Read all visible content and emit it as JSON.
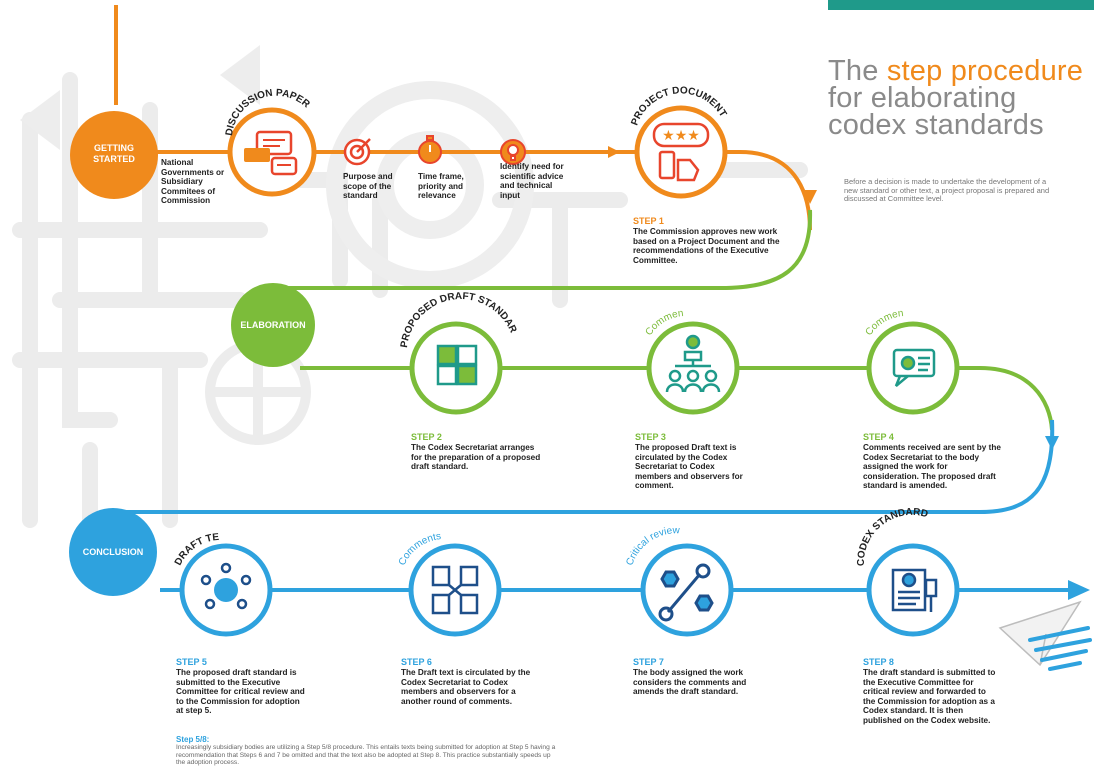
{
  "title": {
    "pre": "The ",
    "highlight": "step procedure",
    "line2": "for elaborating",
    "line3": "codex standards"
  },
  "intro": "Before a decision is made to undertake the development of a new standard or other text, a project proposal is prepared and discussed at Committee level.",
  "phases": {
    "getting_started": "GETTING STARTED",
    "elaboration": "ELABORATION",
    "conclusion": "CONCLUSION"
  },
  "row1": {
    "origin": "National Governments or Subsidiary Commitees of Commission",
    "discussion_paper": "DISCUSSION PAPER",
    "purpose": "Purpose and scope of the standard",
    "timeframe": "Time frame, priority and relevance",
    "identify": "Identify need for scientific advice and technical input",
    "project_document": "PROJECT DOCUMENT",
    "step1_title": "STEP 1",
    "step1_text": "The Commission approves new work based on a Project Document and the recommendations of the Executive Committee."
  },
  "row2": {
    "proposed_draft": "PROPOSED DRAFT STANDARD",
    "comments_a": "Comments",
    "comments_b": "Comments",
    "step2_title": "STEP 2",
    "step2_text": "The Codex Secretariat arranges for the preparation of a proposed draft standard.",
    "step3_title": "STEP 3",
    "step3_text": "The proposed Draft text is circulated by the Codex Secretariat to Codex members and observers for comment.",
    "step4_title": "STEP 4",
    "step4_text": "Comments received are sent by the Codex Secretariat to the body assigned the work for consideration. The proposed draft standard is amended."
  },
  "row3": {
    "draft_text": "DRAFT TEXT",
    "comments": "Comments",
    "critical_review": "Critical review",
    "codex_standard": "CODEX STANDARD",
    "step5_title": "STEP 5",
    "step5_text": "The proposed draft standard is submitted to the Executive Committee for critical review and to the Commission for adoption at step 5.",
    "step6_title": "STEP 6",
    "step6_text": "The Draft text is circulated by the Codex Secretariat to Codex members and observers for a another round of comments.",
    "step7_title": "STEP 7",
    "step7_text": "The body assigned the work considers the comments and amends the draft standard.",
    "step8_title": "STEP 8",
    "step8_text": "The draft standard is submitted to the Executive Committee for critical review and forwarded to the Commission for adoption as a Codex standard. It is then published on the Codex website."
  },
  "footnote": {
    "heading": "Step 5/8:",
    "text": "Increasingly subsidiary bodies are utilizing a Step 5/8 procedure. This entails texts being submitted for adoption at Step 5 having a recommendation that Steps 6 and 7 be omitted and that the text also be adopted at Step 8. This practice substantially speeds up the adoption process."
  },
  "colors": {
    "orange": "#f08a1c",
    "green": "#7cbc3a",
    "blue": "#2ea2de",
    "teal": "#1f9a8a",
    "red": "#e8452c",
    "grey_bg": "#e8e8e8"
  }
}
